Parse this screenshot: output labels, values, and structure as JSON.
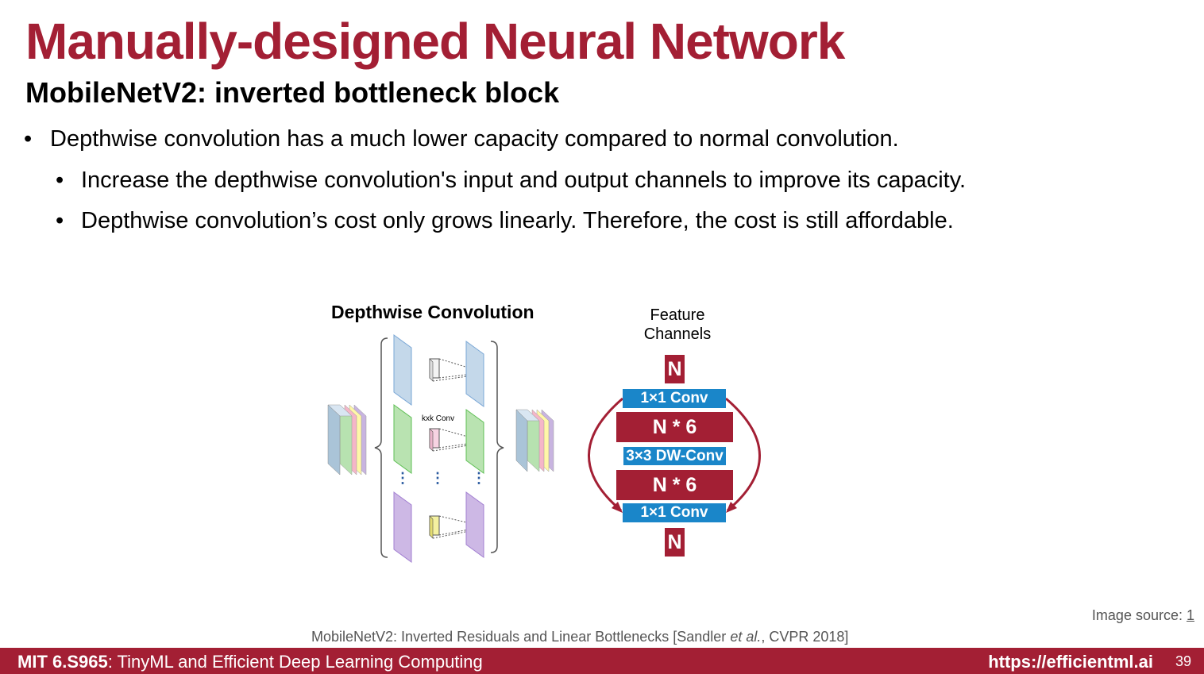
{
  "slide": {
    "title": "Manually-designed Neural Network",
    "subtitle": "MobileNetV2: inverted bottleneck block",
    "bullets": [
      "Depthwise convolution has a much lower capacity compared to normal convolution.",
      "Increase the depthwise convolution's input and output channels to improve its capacity.",
      "Depthwise convolution’s cost only grows linearly. Therefore, the cost is still affordable."
    ],
    "bullet_marker": "•"
  },
  "depthwise_diagram": {
    "title": "Depthwise Convolution",
    "kernel_label": "kxk Conv",
    "ellipsis": "⋮"
  },
  "bottleneck_diagram": {
    "header": "Feature Channels",
    "top_channels": "N",
    "conv1": "1×1 Conv",
    "expanded1": "N * 6",
    "dwconv": "3×3 DW-Conv",
    "expanded2": "N * 6",
    "conv2": "1×1 Conv",
    "bottom_channels": "N"
  },
  "source": {
    "label": "Image source: ",
    "ref": "1"
  },
  "citation": {
    "prefix": "MobileNetV2: Inverted Residuals and Linear Bottlenecks [Sandler ",
    "etal": "et al.",
    "suffix": ", CVPR 2018]"
  },
  "footer": {
    "course_code": "MIT 6.S965",
    "course_name": ": TinyML and Efficient Deep Learning Computing",
    "url": "https://efficientml.ai",
    "page": "39"
  },
  "colors": {
    "brand": "#a31f34",
    "conv_blue": "#1a86c9"
  }
}
